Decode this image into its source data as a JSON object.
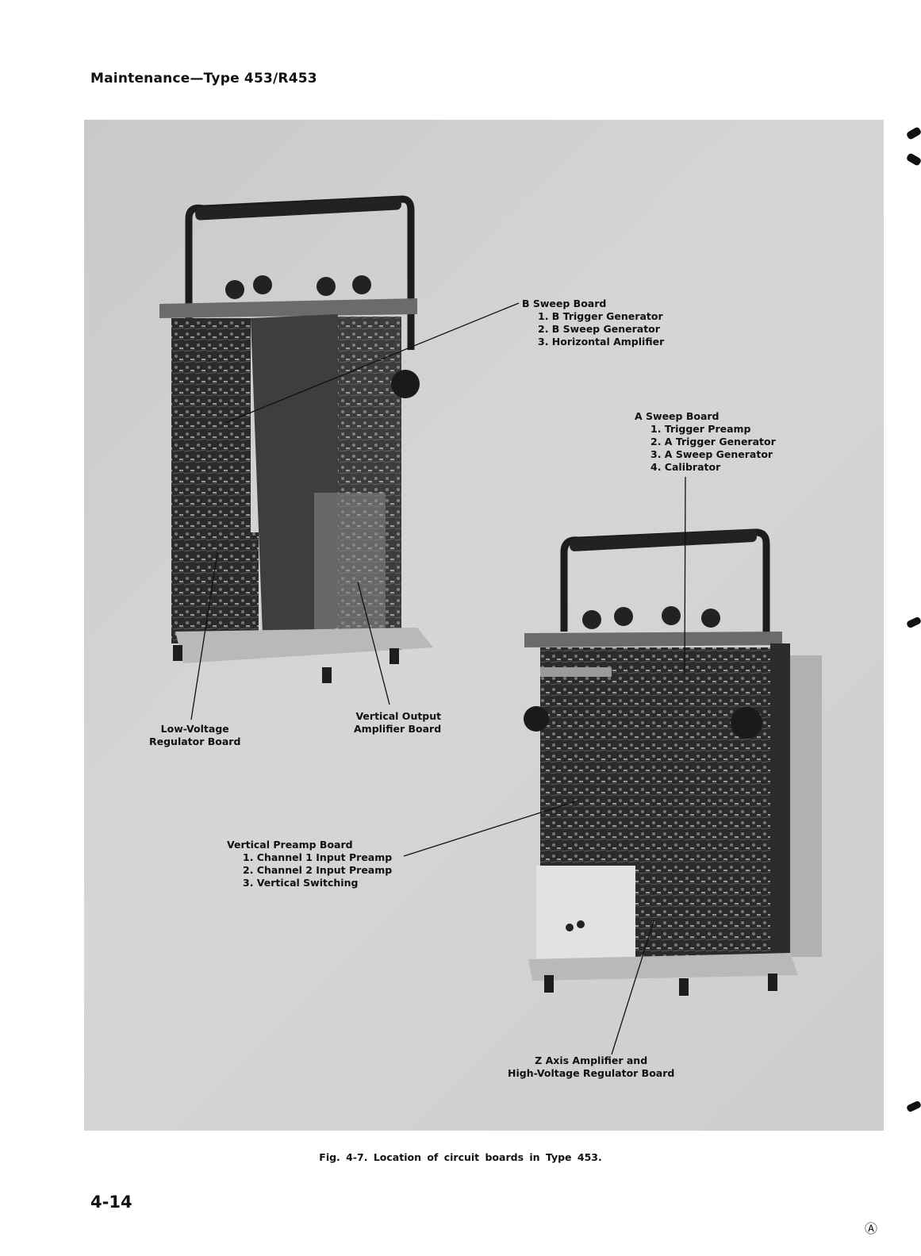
{
  "header": {
    "title": "Maintenance—Type 453/R453"
  },
  "labels": {
    "b_sweep": {
      "title": "B Sweep Board",
      "items": [
        "1. B Trigger Generator",
        "2. B Sweep Generator",
        "3. Horizontal Amplifier"
      ]
    },
    "a_sweep": {
      "title": "A Sweep Board",
      "items": [
        "1. Trigger Preamp",
        "2. A Trigger Generator",
        "3. A Sweep Generator",
        "4. Calibrator"
      ]
    },
    "low_voltage": {
      "line1": "Low-Voltage",
      "line2": "Regulator Board"
    },
    "vertical_output": {
      "line1": "Vertical Output",
      "line2": "Amplifier Board"
    },
    "vertical_preamp": {
      "title": "Vertical Preamp Board",
      "items": [
        "1. Channel 1 Input Preamp",
        "2. Channel 2 Input Preamp",
        "3. Vertical Switching"
      ]
    },
    "z_axis": {
      "line1": "Z Axis Amplifier and",
      "line2": "High-Voltage Regulator Board"
    }
  },
  "caption": "Fig. 4-7. Location of circuit boards in Type 453.",
  "page_number": "4-14",
  "mark": "Ⓐ"
}
